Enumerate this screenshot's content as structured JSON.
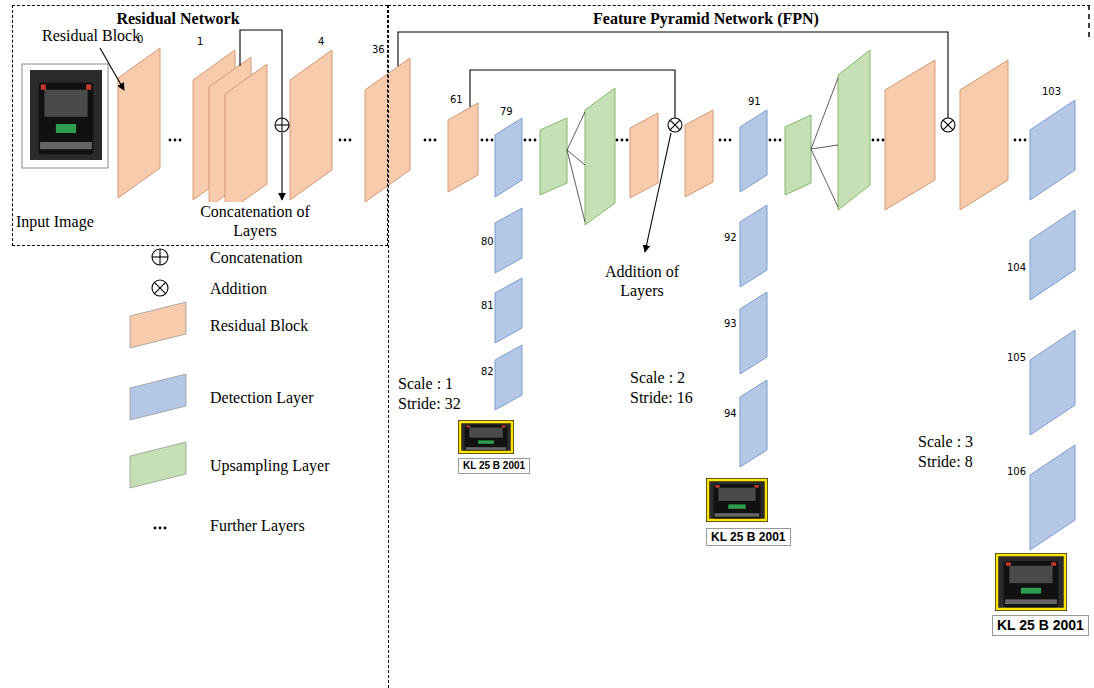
{
  "diagram": {
    "nodes": [
      {
        "text": [
          "Residual Network"
        ]
      },
      {
        "text": [
          "Feature Pyramid Network (FPN)"
        ]
      }
    ],
    "labels": [
      "Residual Block",
      "Input Image",
      "0",
      "1",
      "4",
      "Concatenation of Layers",
      "36",
      "61",
      "79",
      "80",
      "81",
      "82",
      "Scale : 1",
      "Stride: 32",
      "KL 25 B 2001",
      "Addition of Layers",
      "91",
      "92",
      "93",
      "94",
      "Scale : 2",
      "Stride: 16",
      "KL 25 B 2001",
      "103",
      "104",
      "105",
      "106",
      "Scale : 3",
      "Stride: 8",
      "KL 25 B 2001"
    ],
    "legend": [
      {
        "text": "Concatenation"
      },
      {
        "text": "Addition"
      },
      {
        "text": "Residual Block",
        "color": "#f8cbad"
      },
      {
        "text": "Detection Layer",
        "color": "#b4c7e7"
      },
      {
        "text": "Upsampling Layer",
        "color": "#c5e0b4"
      },
      {
        "text": "Further Layers"
      }
    ]
  }
}
